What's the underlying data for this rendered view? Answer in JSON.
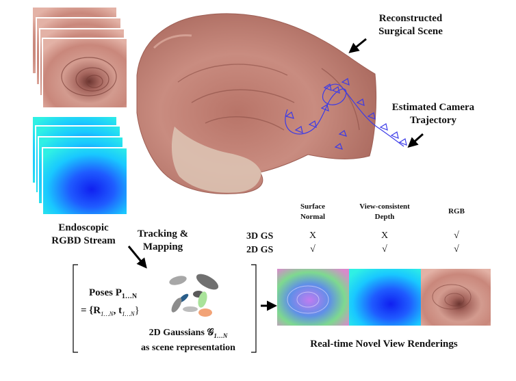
{
  "labels": {
    "reconstructed_line1": "Reconstructed",
    "reconstructed_line2": "Surgical Scene",
    "camera_line1": "Estimated Camera",
    "camera_line2": "Trajectory",
    "stream_line1": "Endoscopic",
    "stream_line2": "RGBD Stream",
    "tracking_line1": "Tracking &",
    "tracking_line2": "Mapping",
    "poses_line1": "Poses P",
    "poses_sub1": "1…N",
    "poses_line2_a": "= {R",
    "poses_line2_b": "1…N",
    "poses_line2_c": ", t",
    "poses_line2_d": "1…N",
    "poses_line2_e": "}",
    "gaussians_line1": "2D Gaussians 𝒢",
    "gaussians_sub": "1…N",
    "gaussians_line2": "as scene representation",
    "renderings": "Real-time Novel View Renderings"
  },
  "table": {
    "headers": [
      [
        "Surface",
        "Normal"
      ],
      [
        "View-consistent",
        "Depth"
      ],
      [
        "RGB"
      ]
    ],
    "rows": [
      {
        "name": "3D GS",
        "cells": [
          "X",
          "X",
          "√"
        ]
      },
      {
        "name": "2D GS",
        "cells": [
          "√",
          "√",
          "√"
        ]
      }
    ]
  },
  "colors": {
    "tissue": "#c98a7e",
    "tissue_dark": "#8f5148",
    "depth_blue": "#1f3cff",
    "depth_cyan": "#19d6ff",
    "trajectory": "#3a3ae8",
    "gaussian_gray": "#a7a7a7",
    "gaussian_blue": "#2a5e8a",
    "gaussian_green": "#a9e39a",
    "gaussian_orange": "#f2a377"
  }
}
